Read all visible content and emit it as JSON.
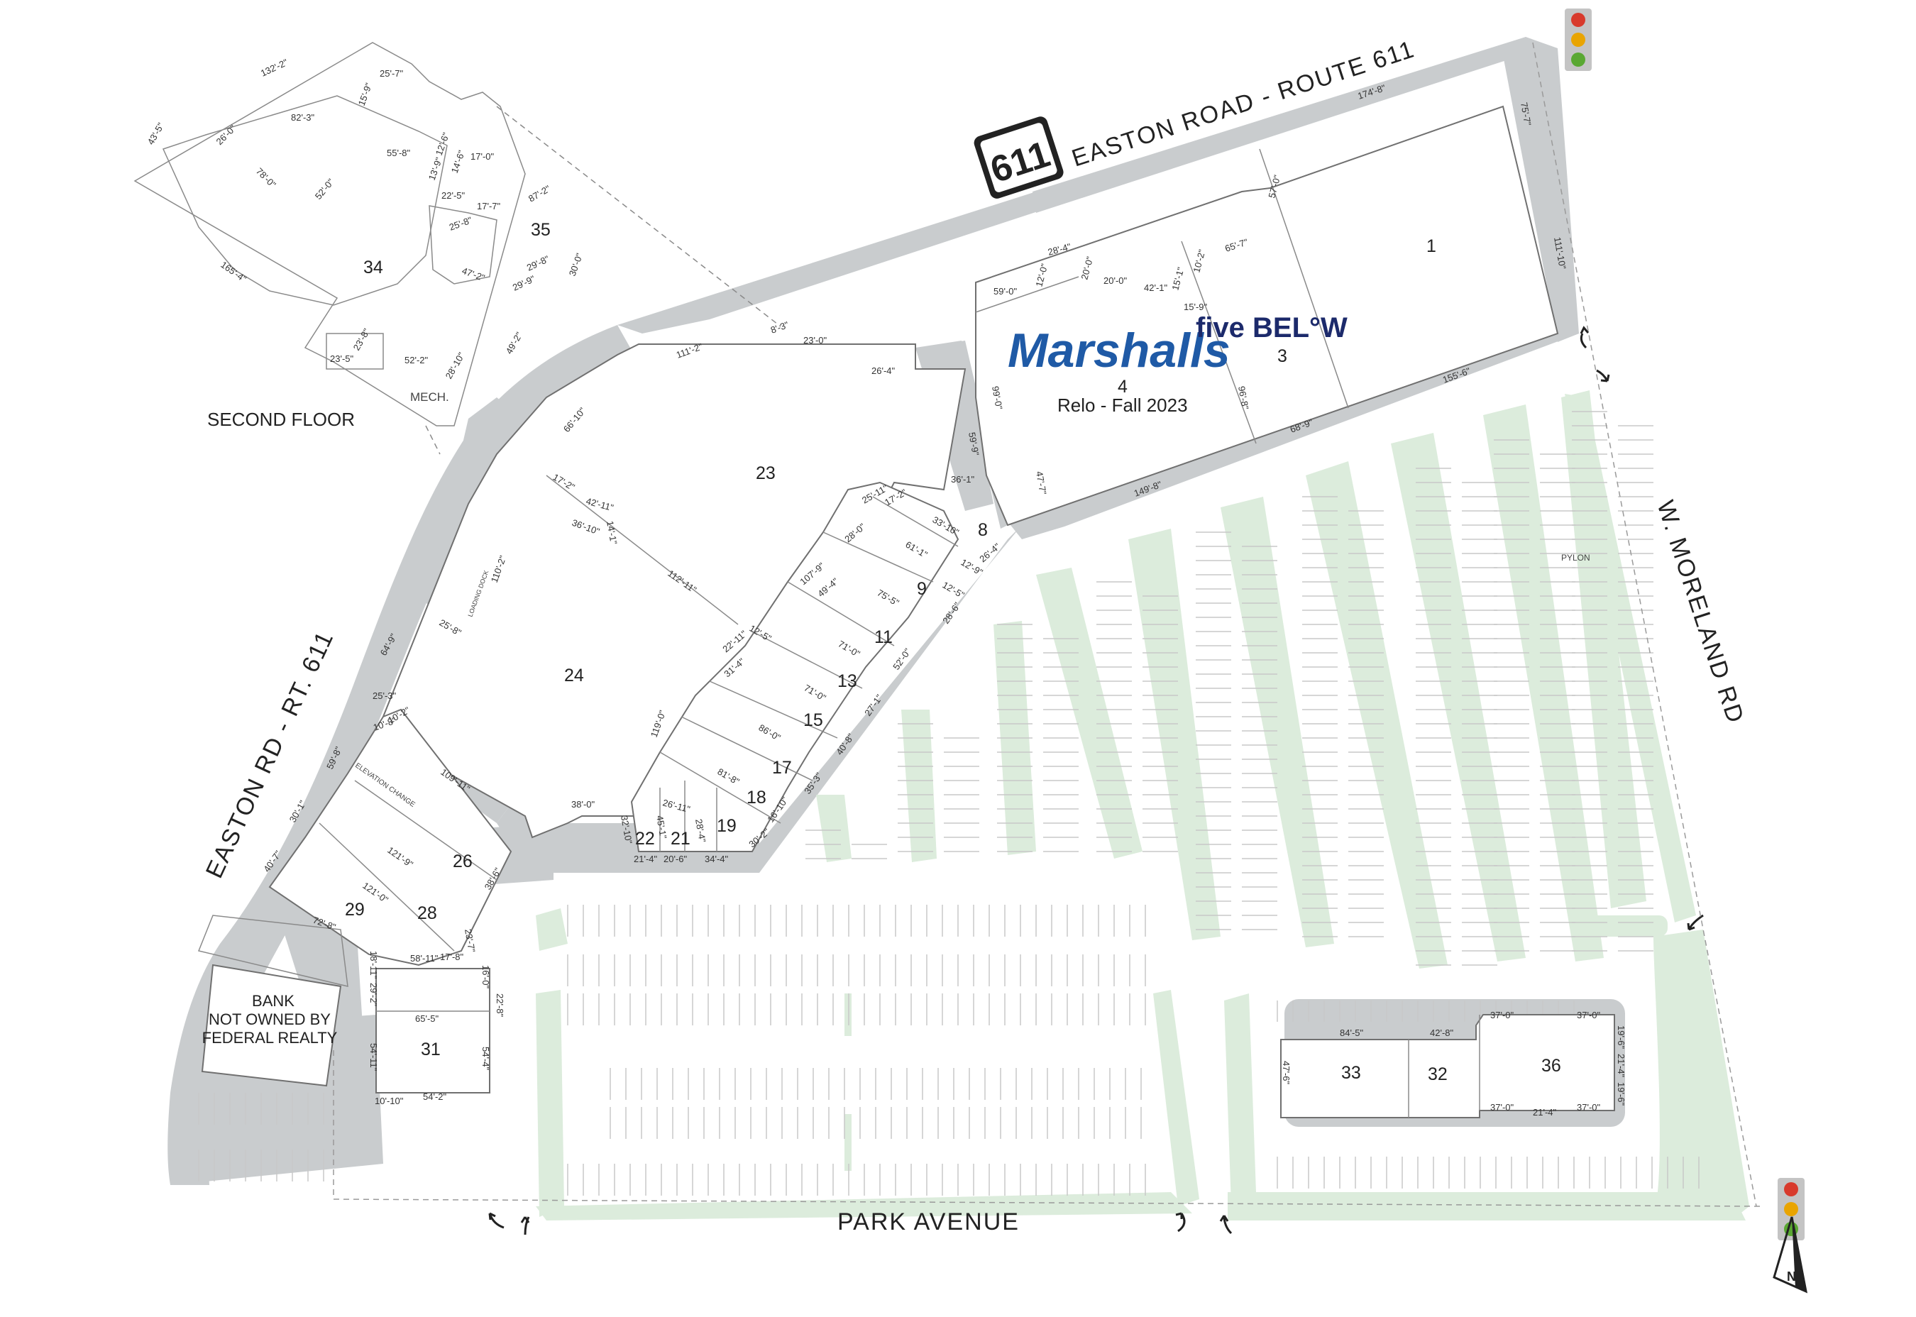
{
  "roads": {
    "easton_road_north": "EASTON ROAD - ROUTE 611",
    "easton_road_west": "EASTON RD - RT. 611",
    "moreland": "W. MORELAND RD",
    "park_avenue": "PARK AVENUE",
    "route_shield": "611"
  },
  "labels": {
    "second_floor": "SECOND FLOOR",
    "mech": "MECH.",
    "pylon": "PYLON",
    "bank": [
      "BANK",
      "NOT OWNED BY",
      "FEDERAL REALTY"
    ],
    "relo": "Relo - Fall 2023",
    "elevation": "ELEVATION CHANGE",
    "loading": "LOADING DOCK"
  },
  "tenants": {
    "marshalls": "Marshalls",
    "five_below": "five BEL°W"
  },
  "units": [
    "1",
    "3",
    "4",
    "8",
    "9",
    "11",
    "13",
    "15",
    "17",
    "18",
    "19",
    "21",
    "22",
    "23",
    "24",
    "26",
    "28",
    "29",
    "31",
    "32",
    "33",
    "34",
    "35",
    "36"
  ],
  "dimensions": {
    "d1": "132'-2\"",
    "d2": "25'-7\"",
    "d3": "43'-5\"",
    "d4": "26'-0\"",
    "d5": "82'-3\"",
    "d6": "15'-9\"",
    "d7": "55'-8\"",
    "d8": "12'-6\"",
    "d9": "17'-0\"",
    "d10": "78'-0\"",
    "d11": "52'-0\"",
    "d12": "13'-9\"",
    "d13": "14'-6\"",
    "d14": "87'-2\"",
    "d15": "22'-5\"",
    "d16": "17'-7\"",
    "d17": "25'-8\"",
    "d18": "29'-8\"",
    "d19": "30'-0\"",
    "d20": "47'-2\"",
    "d21": "29'-9\"",
    "d22": "165'-4\"",
    "d23": "23'-8\"",
    "d24": "23'-5\"",
    "d25": "52'-2\"",
    "d26": "28'-10\"",
    "d27": "49'-2\"",
    "d28": "174'-8\"",
    "d29": "75'-7\"",
    "d30": "57'-0\"",
    "d31": "111'-10\"",
    "d32": "65'-7\"",
    "d33": "10'-2\"",
    "d34": "28'-4\"",
    "d35": "59'-0\"",
    "d36": "12'-0\"",
    "d37": "20'-0\"",
    "d38": "20'-0\"",
    "d39": "42'-1\"",
    "d40": "15'-1\"",
    "d41": "15'-9\"",
    "d42": "8'-3\"",
    "d43": "23'-0\"",
    "d44": "111'-2\"",
    "d45": "26'-4\"",
    "d46": "99'-0\"",
    "d47": "96'-8\"",
    "d48": "155'-6\"",
    "d49": "59'-9\"",
    "d50": "68'-9\"",
    "d51": "66'-10\"",
    "d52": "36'-1\"",
    "d53": "149'-8\"",
    "d54": "47'-7\"",
    "d55": "17'-2\"",
    "d56": "42'-11\"",
    "d57": "14'-1\"",
    "d58": "36'-10\"",
    "d59": "25'-11\"",
    "d60": "17'-2\"",
    "d61": "33'-10\"",
    "d62": "28'-0\"",
    "d63": "61'-1\"",
    "d64": "12'-9\"",
    "d65": "26'-4\"",
    "d66": "110'-2\"",
    "d67": "107'-9\"",
    "d68": "49'-4\"",
    "d69": "75'-5\"",
    "d70": "12'-5\"",
    "d71": "28'-6\"",
    "d72": "112'-11\"",
    "d73": "25'-8\"",
    "d74": "64'-9\"",
    "d75": "12'-5\"",
    "d76": "71'-0\"",
    "d77": "52'-0\"",
    "d78": "22'-11\"",
    "d79": "31'-4\"",
    "d80": "71'-0\"",
    "d81": "27'-1\"",
    "d82": "25'-3\"",
    "d83": "10'-2\"",
    "d84": "10'-8\"",
    "d85": "86'-0\"",
    "d86": "40'-8\"",
    "d87": "119'-0\"",
    "d88": "59'-8\"",
    "d89": "109'-11\"",
    "d90": "81'-8\"",
    "d91": "35'-3\"",
    "d92": "38'-0\"",
    "d93": "26'-11\"",
    "d94": "45'-1\"",
    "d95": "28'-4\"",
    "d96": "16'-10\"",
    "d97": "32'-10\"",
    "d98": "30'-2\"",
    "d99": "30'-1\"",
    "d100": "121'-9\"",
    "d101": "21'-4\"",
    "d102": "20'-6\"",
    "d103": "34'-4\"",
    "d104": "40'-7\"",
    "d105": "121'-0\"",
    "d106": "38'-6\"",
    "d107": "72'-8\"",
    "d108": "23'-7\"",
    "d109": "58'-11\"",
    "d110": "17'-8\"",
    "d111": "18'-11\"",
    "d112": "29'-2\"",
    "d113": "16'-0\"",
    "d114": "22'-8\"",
    "d115": "65'-5\"",
    "d116": "54'-4\"",
    "d117": "54'-11\"",
    "d118": "10'-10\"",
    "d119": "54'-2\"",
    "d120": "84'-5\"",
    "d121": "42'-8\"",
    "d122": "37'-0\"",
    "d123": "37'-0\"",
    "d124": "19'-6\"",
    "d125": "21'-4\"",
    "d126": "19'-6\"",
    "d127": "47'-6\"",
    "d128": "37'-0\"",
    "d129": "21'-4\"",
    "d130": "37'-0\""
  },
  "colors": {
    "road": "#c9ccce",
    "parking_island": "#dcecdc",
    "marshalls_brand": "#1f5aa6",
    "five_below_brand": "#1c2a6b",
    "signal_red": "#d83a2c",
    "signal_yellow": "#e9a400",
    "signal_green": "#5aa832"
  },
  "icons": [
    "traffic-light-icon",
    "north-arrow-icon",
    "turn-arrow-icon",
    "route-611-shield-icon"
  ]
}
